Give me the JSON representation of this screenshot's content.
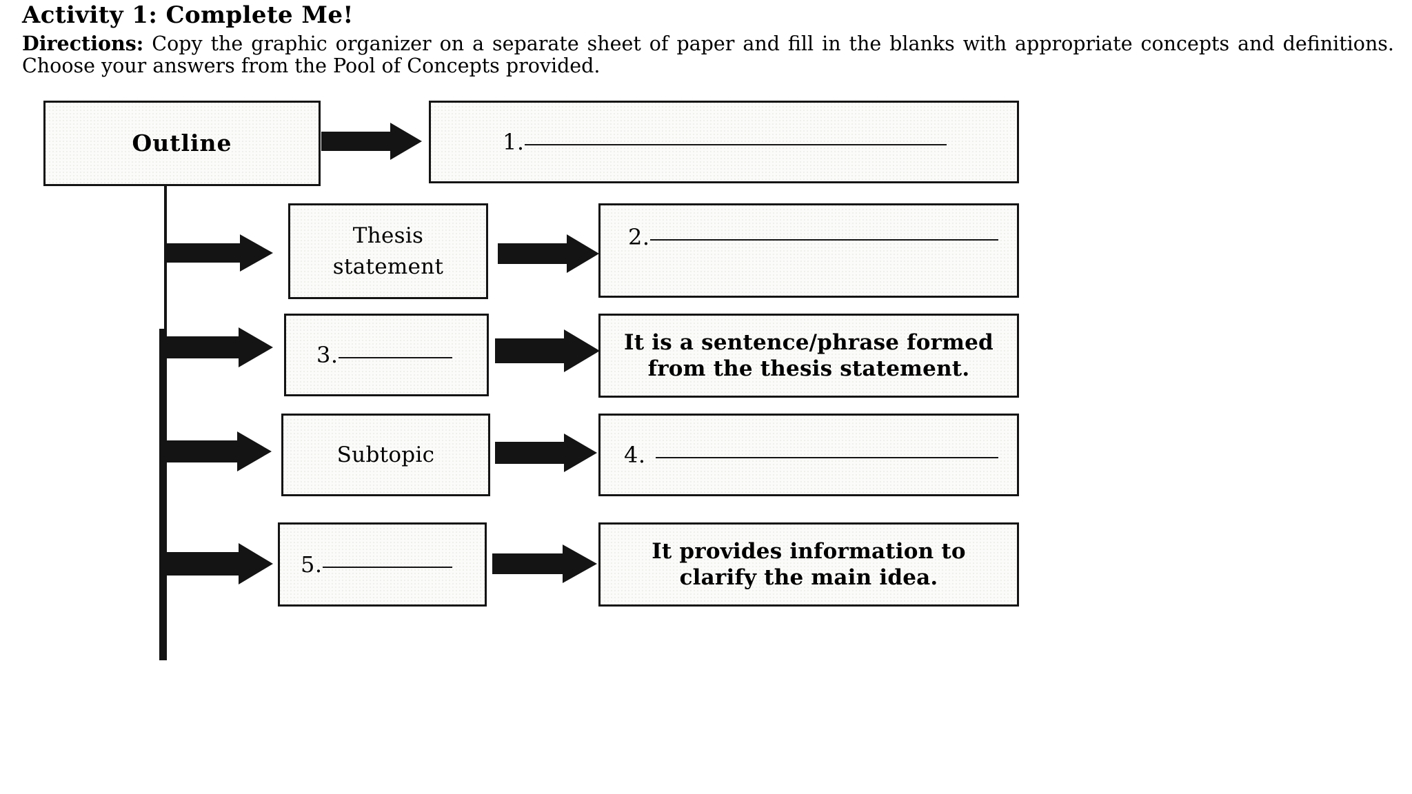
{
  "header": {
    "activity_title": "Activity 1: Complete Me!",
    "directions_label": "Directions:",
    "directions_text": " Copy the graphic organizer on a separate sheet of paper and fill in the blanks with appropriate concepts and definitions. Choose your answers from the Pool of Concepts provided."
  },
  "diagram": {
    "root": {
      "label": "Outline"
    },
    "rows": [
      {
        "concept": null,
        "definition": {
          "type": "blank",
          "number": "1."
        }
      },
      {
        "concept": {
          "type": "text",
          "label": "Thesis\nstatement"
        },
        "definition": {
          "type": "blank",
          "number": "2."
        }
      },
      {
        "concept": {
          "type": "blank",
          "number": "3."
        },
        "definition": {
          "type": "text",
          "label": "It is a sentence/phrase formed from the thesis statement."
        }
      },
      {
        "concept": {
          "type": "text",
          "label": "Subtopic"
        },
        "definition": {
          "type": "blank",
          "number": "4."
        }
      },
      {
        "concept": {
          "type": "blank",
          "number": "5."
        },
        "definition": {
          "type": "text",
          "label": "It provides information to clarify the main idea."
        }
      }
    ]
  },
  "labels": {
    "row1_blank_number": "1.",
    "row2_concept": "Thesis",
    "row2_concept_line2": "statement",
    "row2_blank_number": "2.",
    "row3_blank_number": "3.",
    "row3_definition_line1": "It is a sentence/phrase formed",
    "row3_definition_line2": "from the thesis statement.",
    "row4_concept": "Subtopic",
    "row4_blank_number": "4.",
    "row5_blank_number": "5.",
    "row5_definition_line1": "It provides information to",
    "row5_definition_line2": "clarify the main idea."
  },
  "colors": {
    "ink": "#141414",
    "page": "#ffffff",
    "box_fill": "#fbfbf9"
  }
}
